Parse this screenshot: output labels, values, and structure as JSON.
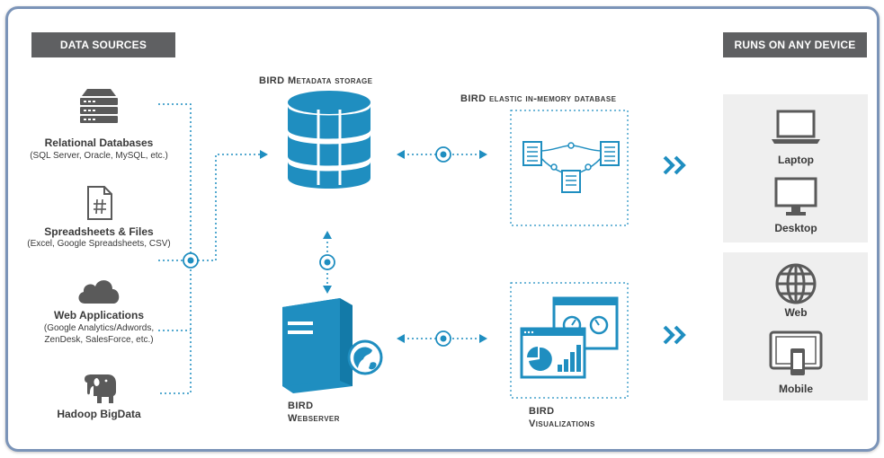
{
  "headers": {
    "data_sources": "DATA SOURCES",
    "runs_on": "RUNS ON ANY DEVICE"
  },
  "sources": [
    {
      "title": "Relational Databases",
      "subtitle": "(SQL Server, Oracle, MySQL, etc.)",
      "icon": "server-rack-icon"
    },
    {
      "title": "Spreadsheets & Files",
      "subtitle": "(Excel, Google Spreadsheets, CSV)",
      "icon": "spreadsheet-file-icon"
    },
    {
      "title": "Web Applications",
      "subtitle_lines": [
        "(Google Analytics/Adwords,",
        "ZenDesk, SalesForce, etc.)"
      ],
      "icon": "cloud-icon"
    },
    {
      "title": "Hadoop BigData",
      "subtitle": "",
      "icon": "elephant-icon"
    }
  ],
  "components": {
    "metadata_storage": "BIRD Metadata storage",
    "elastic_db": "BIRD elastic in-memory database",
    "webserver": [
      "BIRD",
      "Webserver"
    ],
    "visualizations": [
      "BIRD",
      "Visualizations"
    ]
  },
  "devices": {
    "desktop_group": [
      "Laptop",
      "Desktop"
    ],
    "mobile_group": [
      "Web",
      "Mobile"
    ]
  },
  "colors": {
    "accent": "#1f8ec0",
    "dark_icon": "#5a5a5a",
    "header_bg": "#5f6062",
    "panel_bg": "#efefef",
    "frame": "#7b94b8"
  }
}
